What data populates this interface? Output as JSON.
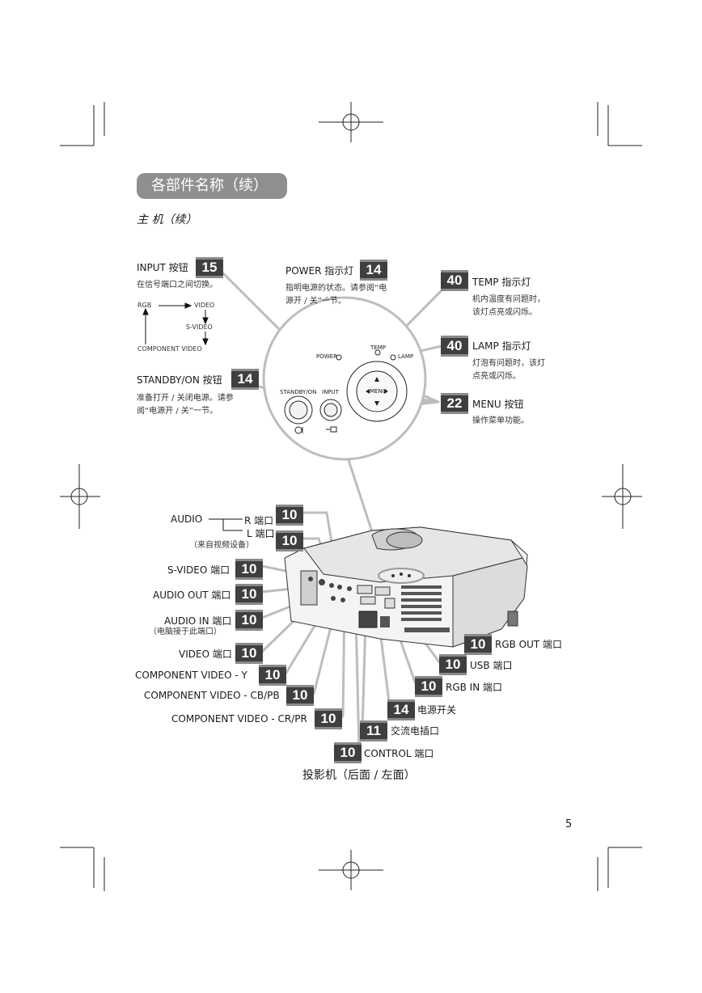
{
  "header": {
    "title": "各部件名称（续）",
    "subtitle": "主 机（续）"
  },
  "input_btn": {
    "label": "INPUT 按钮",
    "badge": "15",
    "desc": "在信号端口之间切换。",
    "flow": {
      "rgb": "RGB",
      "video": "VIDEO",
      "svideo": "S-VIDEO",
      "component": "COMPONENT VIDEO"
    }
  },
  "standby_btn": {
    "label": "STANDBY/ON 按钮",
    "badge": "14",
    "desc1": "准备打开 / 关闭电源。请参",
    "desc2": "阅“电源开 / 关”一节。"
  },
  "power_led": {
    "label": "POWER 指示灯",
    "badge": "14",
    "desc1": "指明电源的状态。请参阅“电",
    "desc2": "源开 / 关”一节。"
  },
  "temp_led": {
    "label": "TEMP 指示灯",
    "badge": "40",
    "desc1": "机内温度有问题时，",
    "desc2": "该灯点亮或闪烁。"
  },
  "lamp_led": {
    "label": "LAMP 指示灯",
    "badge": "40",
    "desc1": "灯泡有问题时，该灯",
    "desc2": "点亮或闪烁。"
  },
  "menu_btn": {
    "label": "MENU 按钮",
    "badge": "22",
    "desc": "操作菜单功能。"
  },
  "panel": {
    "temp": "TEMP",
    "power": "POWER",
    "lamp": "LAMP",
    "standby": "STANDBY/ON",
    "input": "INPUT",
    "menu": "MENU"
  },
  "left_ports": [
    {
      "label": "R 端口",
      "badge": "10"
    },
    {
      "label": "L 端口",
      "badge": "10"
    },
    {
      "label": "S-VIDEO 端口",
      "badge": "10"
    },
    {
      "label": "AUDIO OUT 端口",
      "badge": "10"
    },
    {
      "label": "AUDIO IN 端口",
      "badge": "10"
    },
    {
      "label": "VIDEO 端口",
      "badge": "10"
    },
    {
      "label": "COMPONENT VIDEO - Y",
      "badge": "10"
    },
    {
      "label": "COMPONENT VIDEO - CB/PB",
      "badge": "10"
    },
    {
      "label": "COMPONENT VIDEO - CR/PR",
      "badge": "10"
    }
  ],
  "audio": {
    "label": "AUDIO",
    "note": "（来自视频设备）"
  },
  "audio_in_note": "（电脑接于此端口）",
  "right_ports": [
    {
      "label": "RGB OUT 端口",
      "badge": "10"
    },
    {
      "label": "USB 端口",
      "badge": "10"
    },
    {
      "label": "RGB IN 端口",
      "badge": "10"
    },
    {
      "label": "电源开关",
      "badge": "14"
    },
    {
      "label": "交流电插口",
      "badge": "11"
    },
    {
      "label": "CONTROL 端口",
      "badge": "10"
    }
  ],
  "caption": "投影机（后面 / 左面）",
  "page_number": "5"
}
